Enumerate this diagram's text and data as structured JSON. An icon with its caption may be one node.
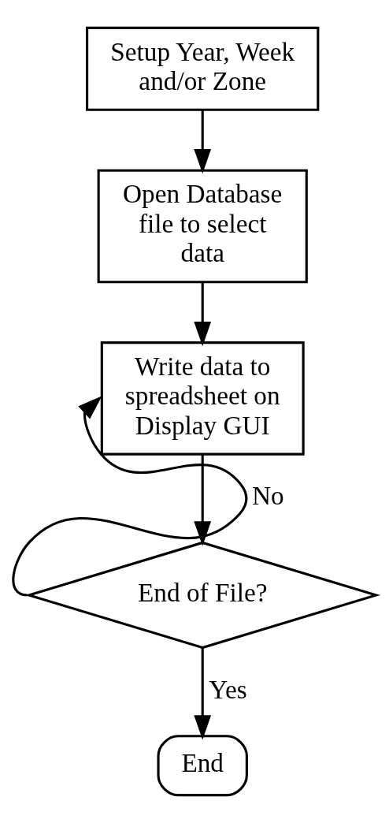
{
  "diagram": {
    "nodes": [
      {
        "text": [
          "Setup Year, Week and/or Zone"
        ]
      },
      {
        "text": [
          "Open Database file to select data"
        ]
      },
      {
        "text": [
          "Write data to spreadsheet on Display GUI"
        ]
      },
      {
        "text": [
          "End of File?"
        ]
      },
      {
        "text": [
          "End"
        ]
      }
    ],
    "edges": [
      {
        "from": 0,
        "to": 1,
        "arrow": "to"
      },
      {
        "from": 1,
        "to": 2,
        "arrow": "to"
      },
      {
        "from": 2,
        "to": 3,
        "arrow": "to"
      },
      {
        "from": 3,
        "to": 2,
        "arrow": "to",
        "label": "No"
      },
      {
        "from": 3,
        "to": 4,
        "arrow": "to",
        "label": "Yes"
      }
    ]
  }
}
